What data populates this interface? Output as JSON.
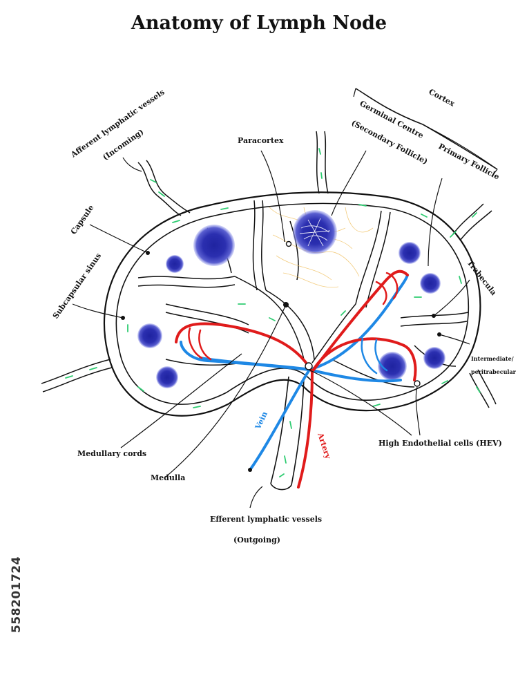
{
  "title": "Anatomy of Lymph Node",
  "labels": {
    "cortex": "Cortex",
    "germinal_centre": "Germinal Centre",
    "secondary_follicle": "(Secondary Follicle)",
    "primary_follicle": "Primary Follicle",
    "paracortex": "Paracortex",
    "afferent": "Afferent lymphatic vessels",
    "incoming": "(Incoming)",
    "capsule": "Capsule",
    "subcapsular_sinus": "Subcapsular sinus",
    "trabecula": "Trabecula",
    "intermediate": "Intermediate/",
    "peritrabecular": "peritrabecular sinus",
    "vein": "Vein",
    "artery": "Artery",
    "hev": "High Endothelial cells (HEV)",
    "medullary_cords": "Medullary cords",
    "medulla": "Medulla",
    "efferent": "Efferent lymphatic vessels",
    "outgoing": "(Outgoing)"
  },
  "stock_id": "558201724",
  "colors": {
    "outline": "#111111",
    "follicle": "#2b2fb0",
    "vein": "#1e88e5",
    "artery": "#e01b1b",
    "lymph_arrow": "#2ecc71",
    "reticular": "#f0c060"
  }
}
